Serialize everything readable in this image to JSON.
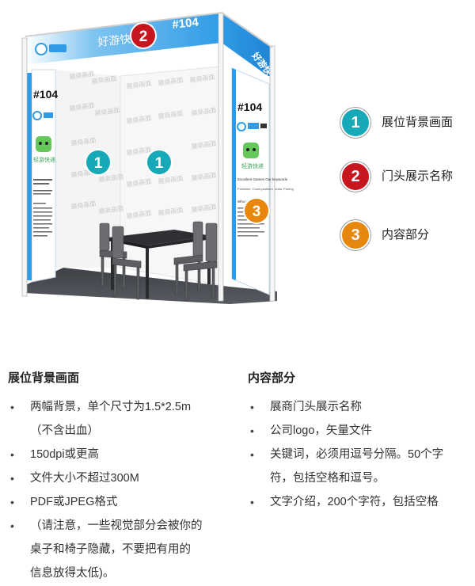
{
  "booth": {
    "header_left_text": "好游快",
    "header_booth_number": "#104",
    "side_booth_number": "#104",
    "right_panel_booth_number": "#104",
    "app_name": "轻游快递",
    "wall_watermark": "展商画面",
    "panel_heading": "Excellent Games Our keywords",
    "panel_keywords": "Publisher, Cross platform, Volta, Porting",
    "panel_about_heading": "Who we are"
  },
  "markers": [
    {
      "number": "1",
      "color": "#17a9b8"
    },
    {
      "number": "2",
      "color": "#c8161e"
    },
    {
      "number": "3",
      "color": "#e8870e"
    }
  ],
  "legend": [
    {
      "number": "1",
      "label": "展位背景画面",
      "color": "#17a9b8"
    },
    {
      "number": "2",
      "label": "门头展示名称",
      "color": "#c8161e"
    },
    {
      "number": "3",
      "label": "内容部分",
      "color": "#e8870e"
    }
  ],
  "left_section": {
    "title": "展位背景画面",
    "items": [
      "两幅背景，单个尺寸为1.5*2.5m",
      "（不含出血）",
      "150dpi或更高",
      "文件大小不超过300M",
      "PDF或JPEG格式",
      "（请注意，一些视觉部分会被你的",
      "桌子和椅子隐藏，不要把有用的",
      "信息放得太低)。"
    ],
    "bullets": [
      true,
      false,
      true,
      true,
      true,
      true,
      false,
      false
    ]
  },
  "right_section": {
    "title": "内容部分",
    "items": [
      "展商门头展示名称",
      "公司logo，矢量文件",
      "关键词，必须用逗号分隔。50个字",
      "符，包括空格和逗号。",
      "文字介绍，200个字符，包括空格"
    ],
    "bullets": [
      true,
      true,
      true,
      false,
      true
    ]
  },
  "bullet_symbol": "•",
  "colors": {
    "header_blue": "#3aa5e6",
    "panel_white": "#ffffff",
    "floor": "#4a4d52",
    "frame": "#f3f3f3"
  }
}
